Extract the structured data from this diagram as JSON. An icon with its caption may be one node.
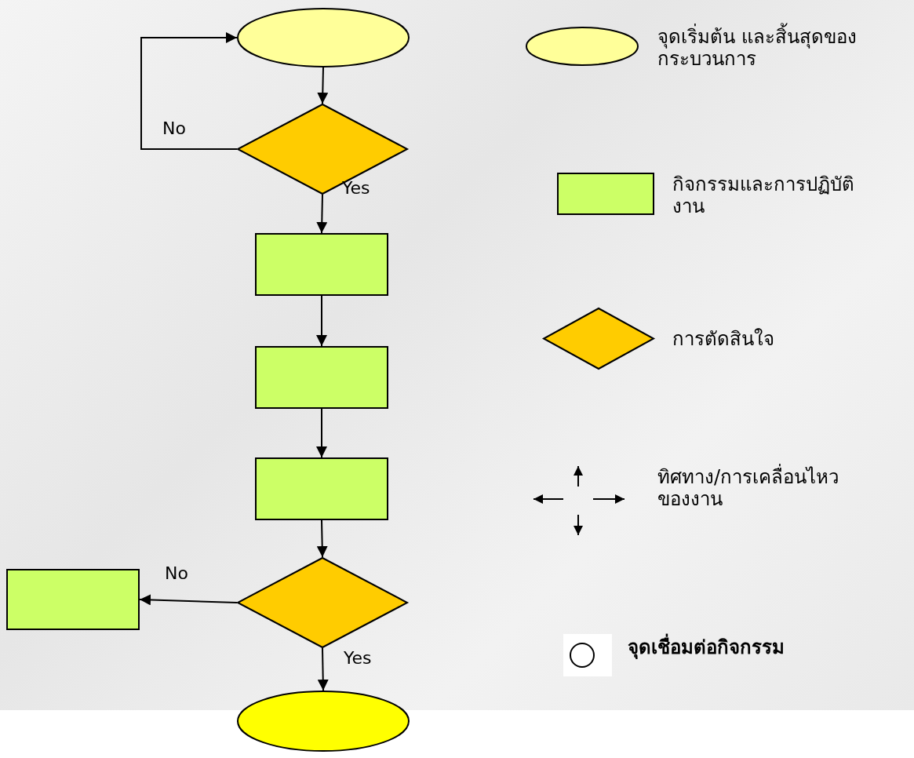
{
  "diagram": {
    "nodes": [
      {
        "text": [],
        "shape": "ellipse"
      },
      {
        "text": [],
        "shape": "diamond"
      },
      {
        "text": [],
        "shape": "box"
      },
      {
        "text": [],
        "shape": "box"
      },
      {
        "text": [],
        "shape": "box"
      },
      {
        "text": [],
        "shape": "diamond"
      },
      {
        "text": [],
        "shape": "box"
      },
      {
        "text": [],
        "shape": "ellipse"
      }
    ],
    "edges": [
      {
        "from": 0,
        "to": 1,
        "arrow": "to"
      },
      {
        "from": 1,
        "to": 0,
        "arrow": "to",
        "label": "No"
      },
      {
        "from": 1,
        "to": 2,
        "arrow": "to",
        "label": "Yes"
      },
      {
        "from": 2,
        "to": 3,
        "arrow": "to"
      },
      {
        "from": 3,
        "to": 4,
        "arrow": "to"
      },
      {
        "from": 4,
        "to": 5,
        "arrow": "to"
      },
      {
        "from": 5,
        "to": 6,
        "arrow": "to",
        "label": "No"
      },
      {
        "from": 5,
        "to": 7,
        "arrow": "to",
        "label": "Yes"
      }
    ],
    "legend": [
      {
        "text": "จุดเริ่มต้น และสิ้นสุดของกระบวนการ"
      },
      {
        "text": "กิจกรรมและการปฏิบัติงาน"
      },
      {
        "text": "การตัดสินใจ"
      },
      {
        "text": "ทิศทาง/การเคลื่อนไหวของงาน"
      },
      {
        "text": "จุดเชื่อมต่อกิจกรรม"
      }
    ]
  }
}
